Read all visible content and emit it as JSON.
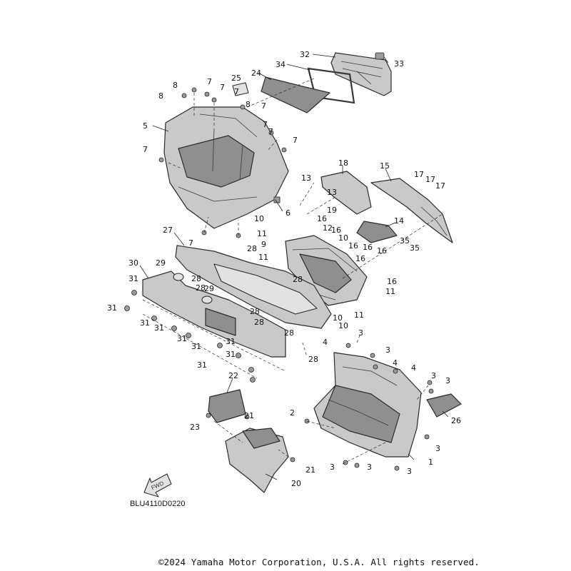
{
  "diagram_code": "BLU4110D0220",
  "copyright": "©2024 Yamaha Motor Corporation, U.S.A. All rights reserved.",
  "fwd_label": "FWD",
  "callouts": [
    {
      "id": "c32",
      "text": "32"
    },
    {
      "id": "c33",
      "text": "33"
    },
    {
      "id": "c34",
      "text": "34"
    },
    {
      "id": "c24",
      "text": "24"
    },
    {
      "id": "c25",
      "text": "25"
    },
    {
      "id": "c7a",
      "text": "7"
    },
    {
      "id": "c7b",
      "text": "7"
    },
    {
      "id": "c7c",
      "text": "7"
    },
    {
      "id": "c7d",
      "text": "7"
    },
    {
      "id": "c7e",
      "text": "7"
    },
    {
      "id": "c7f",
      "text": "7"
    },
    {
      "id": "c7g",
      "text": "7"
    },
    {
      "id": "c7h",
      "text": "7"
    },
    {
      "id": "c7i",
      "text": "7"
    },
    {
      "id": "c8a",
      "text": "8"
    },
    {
      "id": "c8b",
      "text": "8"
    },
    {
      "id": "c8c",
      "text": "8"
    },
    {
      "id": "c5",
      "text": "5"
    },
    {
      "id": "c6",
      "text": "6"
    },
    {
      "id": "c18",
      "text": "18"
    },
    {
      "id": "c15",
      "text": "15"
    },
    {
      "id": "c17a",
      "text": "17"
    },
    {
      "id": "c17b",
      "text": "17"
    },
    {
      "id": "c17c",
      "text": "17"
    },
    {
      "id": "c13a",
      "text": "13"
    },
    {
      "id": "c13b",
      "text": "13"
    },
    {
      "id": "c19",
      "text": "19"
    },
    {
      "id": "c14",
      "text": "14"
    },
    {
      "id": "c16a",
      "text": "16"
    },
    {
      "id": "c16b",
      "text": "16"
    },
    {
      "id": "c16c",
      "text": "16"
    },
    {
      "id": "c16d",
      "text": "16"
    },
    {
      "id": "c16e",
      "text": "16"
    },
    {
      "id": "c16f",
      "text": "16"
    },
    {
      "id": "c16g",
      "text": "16"
    },
    {
      "id": "c12",
      "text": "12"
    },
    {
      "id": "c9",
      "text": "9"
    },
    {
      "id": "c10a",
      "text": "10"
    },
    {
      "id": "c10b",
      "text": "10"
    },
    {
      "id": "c10c",
      "text": "10"
    },
    {
      "id": "c10d",
      "text": "10"
    },
    {
      "id": "c11a",
      "text": "11"
    },
    {
      "id": "c11b",
      "text": "11"
    },
    {
      "id": "c11c",
      "text": "11"
    },
    {
      "id": "c11d",
      "text": "11"
    },
    {
      "id": "c35a",
      "text": "35"
    },
    {
      "id": "c35b",
      "text": "35"
    },
    {
      "id": "c27",
      "text": "27"
    },
    {
      "id": "c28a",
      "text": "28"
    },
    {
      "id": "c28b",
      "text": "28"
    },
    {
      "id": "c28c",
      "text": "28"
    },
    {
      "id": "c28d",
      "text": "28"
    },
    {
      "id": "c28e",
      "text": "28"
    },
    {
      "id": "c28f",
      "text": "28"
    },
    {
      "id": "c28g",
      "text": "28"
    },
    {
      "id": "c28h",
      "text": "28"
    },
    {
      "id": "c30",
      "text": "30"
    },
    {
      "id": "c29a",
      "text": "29"
    },
    {
      "id": "c29b",
      "text": "29"
    },
    {
      "id": "c31a",
      "text": "31"
    },
    {
      "id": "c31b",
      "text": "31"
    },
    {
      "id": "c31c",
      "text": "31"
    },
    {
      "id": "c31d",
      "text": "31"
    },
    {
      "id": "c31e",
      "text": "31"
    },
    {
      "id": "c31f",
      "text": "31"
    },
    {
      "id": "c31g",
      "text": "31"
    },
    {
      "id": "c31h",
      "text": "31"
    },
    {
      "id": "c31i",
      "text": "31"
    },
    {
      "id": "c22",
      "text": "22"
    },
    {
      "id": "c23",
      "text": "23"
    },
    {
      "id": "c21a",
      "text": "21"
    },
    {
      "id": "c21b",
      "text": "21"
    },
    {
      "id": "c20",
      "text": "20"
    },
    {
      "id": "c2",
      "text": "2"
    },
    {
      "id": "c1",
      "text": "1"
    },
    {
      "id": "c26",
      "text": "26"
    },
    {
      "id": "c3a",
      "text": "3"
    },
    {
      "id": "c3b",
      "text": "3"
    },
    {
      "id": "c3c",
      "text": "3"
    },
    {
      "id": "c3d",
      "text": "3"
    },
    {
      "id": "c3e",
      "text": "3"
    },
    {
      "id": "c3f",
      "text": "3"
    },
    {
      "id": "c3g",
      "text": "3"
    },
    {
      "id": "c3h",
      "text": "3"
    },
    {
      "id": "c4a",
      "text": "4"
    },
    {
      "id": "c4b",
      "text": "4"
    },
    {
      "id": "c4c",
      "text": "4"
    }
  ]
}
